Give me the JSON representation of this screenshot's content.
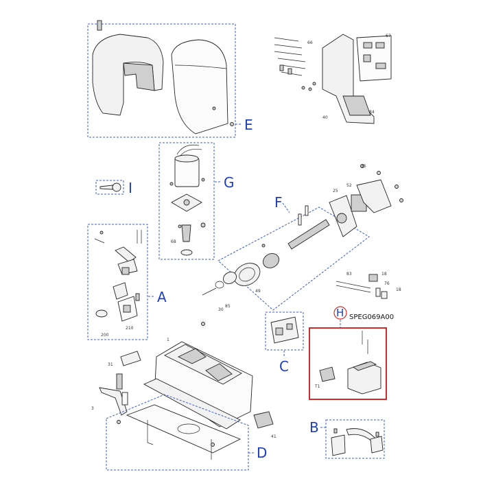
{
  "groups": {
    "A": "A",
    "B": "B",
    "C": "C",
    "D": "D",
    "E": "E",
    "F": "F",
    "G": "G",
    "H": "H",
    "I": "I"
  },
  "highlight": {
    "code": "SPEG069A00"
  },
  "parts": {
    "p1": "1",
    "p3": "3",
    "p18a": "18",
    "p18b": "18",
    "p25": "25",
    "p30": "30",
    "p31": "31",
    "p35": "35",
    "p40": "40",
    "p41": "41",
    "p49": "49",
    "p52": "52",
    "p66": "66",
    "p67": "67",
    "p68": "68",
    "p76": "76",
    "p83": "83",
    "p84": "84",
    "p85": "85",
    "p200": "200",
    "p210": "210",
    "pT1": "T1"
  },
  "colors": {
    "group_label": "#1f3fbf",
    "group_box": "#3a5bd0",
    "highlight": "#d42a2a"
  }
}
